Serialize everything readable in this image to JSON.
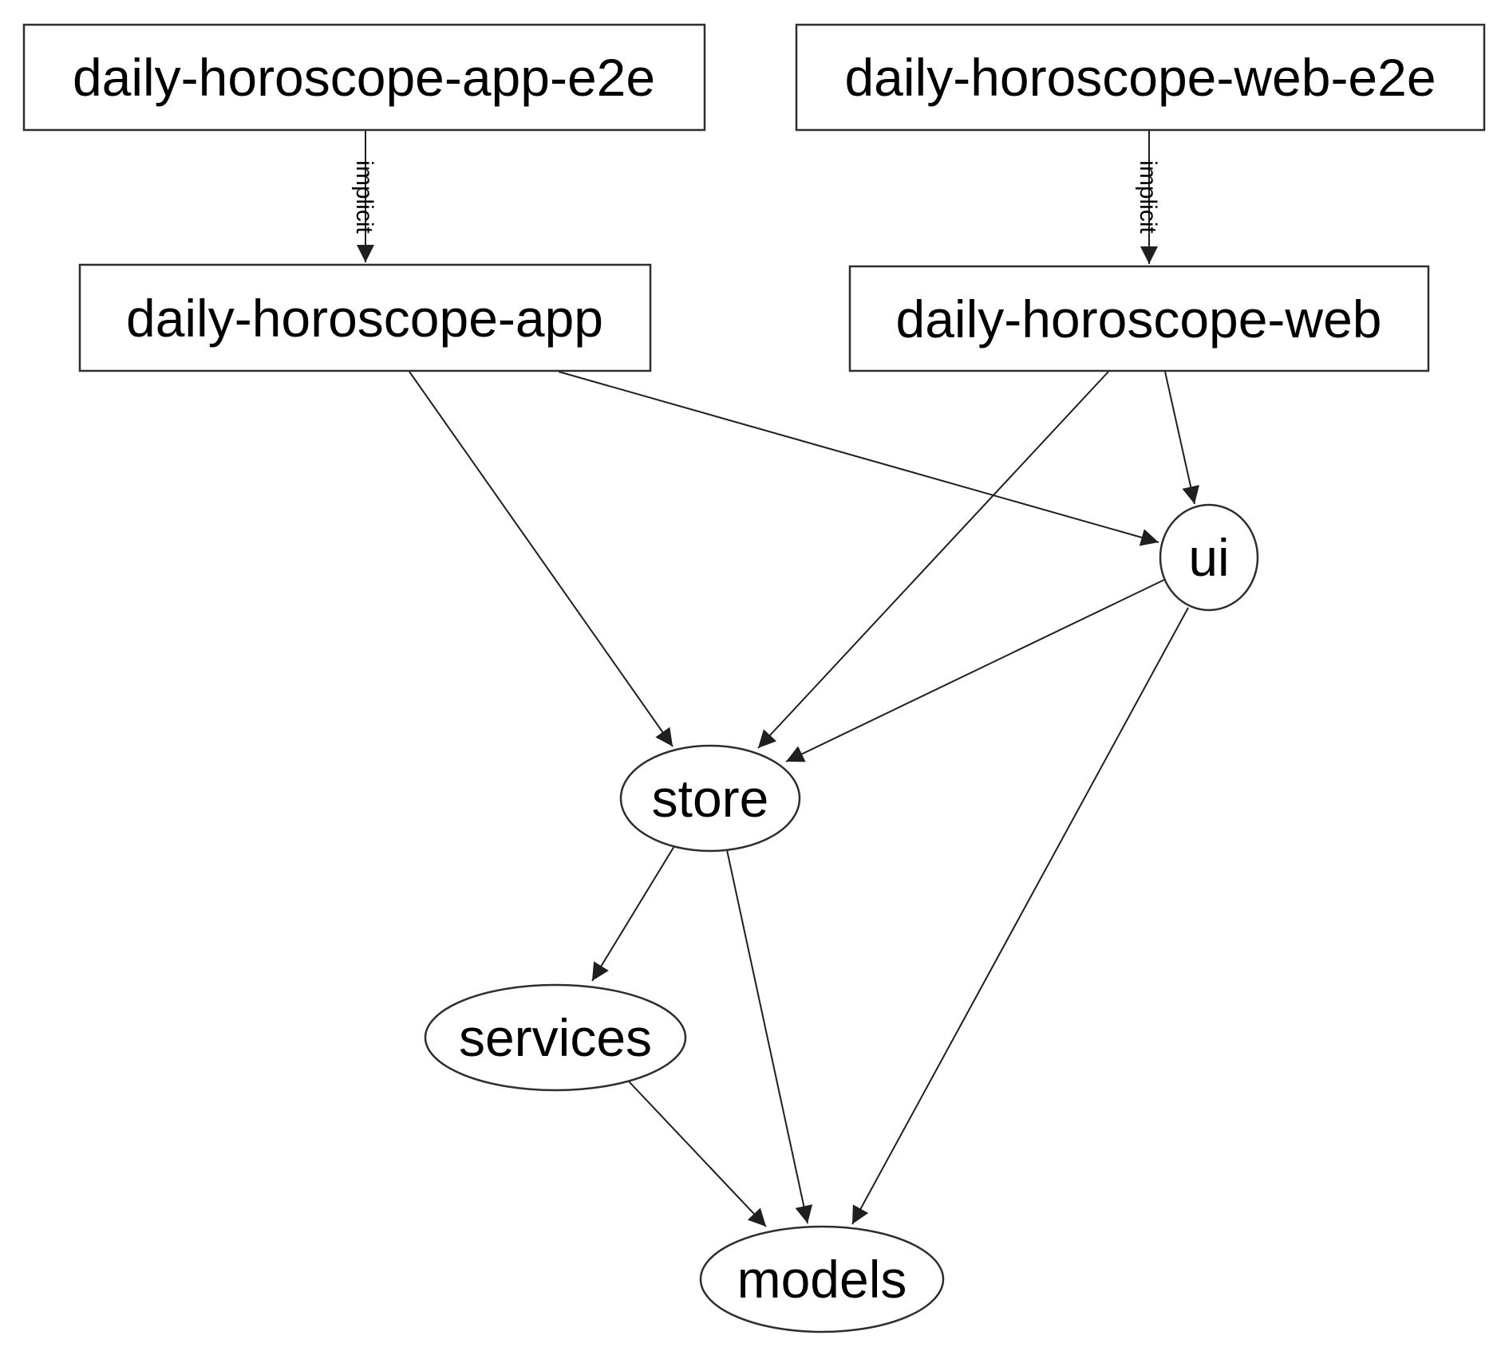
{
  "graph": {
    "kind": "dependency-graph",
    "nodes": [
      {
        "id": "daily-horoscope-app-e2e",
        "label": "daily-horoscope-app-e2e",
        "shape": "box"
      },
      {
        "id": "daily-horoscope-web-e2e",
        "label": "daily-horoscope-web-e2e",
        "shape": "box"
      },
      {
        "id": "daily-horoscope-app",
        "label": "daily-horoscope-app",
        "shape": "box"
      },
      {
        "id": "daily-horoscope-web",
        "label": "daily-horoscope-web",
        "shape": "box"
      },
      {
        "id": "ui",
        "label": "ui",
        "shape": "ellipse"
      },
      {
        "id": "store",
        "label": "store",
        "shape": "ellipse"
      },
      {
        "id": "services",
        "label": "services",
        "shape": "ellipse"
      },
      {
        "id": "models",
        "label": "models",
        "shape": "ellipse"
      }
    ],
    "edges": [
      {
        "from": "daily-horoscope-app-e2e",
        "to": "daily-horoscope-app",
        "label": "implicit"
      },
      {
        "from": "daily-horoscope-web-e2e",
        "to": "daily-horoscope-web",
        "label": "implicit"
      },
      {
        "from": "daily-horoscope-app",
        "to": "store",
        "label": ""
      },
      {
        "from": "daily-horoscope-app",
        "to": "ui",
        "label": ""
      },
      {
        "from": "daily-horoscope-web",
        "to": "store",
        "label": ""
      },
      {
        "from": "daily-horoscope-web",
        "to": "ui",
        "label": ""
      },
      {
        "from": "ui",
        "to": "store",
        "label": ""
      },
      {
        "from": "ui",
        "to": "models",
        "label": ""
      },
      {
        "from": "store",
        "to": "services",
        "label": ""
      },
      {
        "from": "store",
        "to": "models",
        "label": ""
      },
      {
        "from": "services",
        "to": "models",
        "label": ""
      }
    ],
    "colors": {
      "background": "#ffffff",
      "node_fill": "#ffffff",
      "node_stroke": "#2e2e2e",
      "edge_stroke": "#1f1f1f",
      "text": "#000000"
    }
  }
}
